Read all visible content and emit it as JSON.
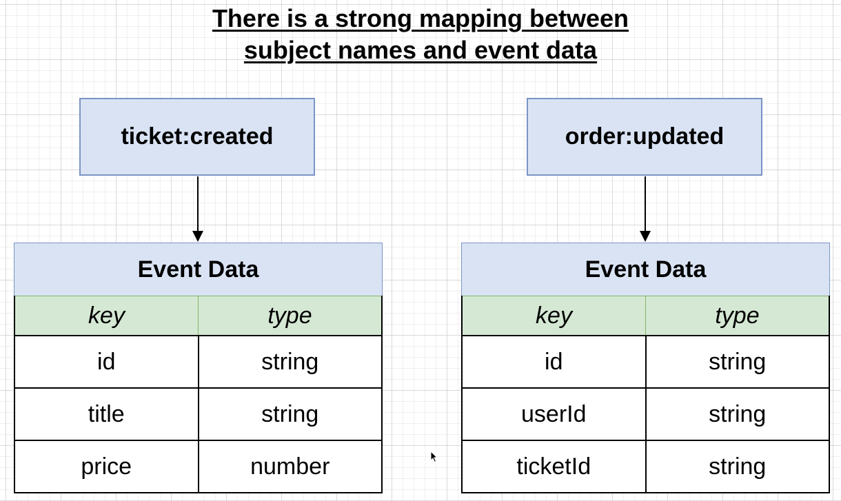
{
  "title": {
    "line1": "There is a strong mapping between",
    "line2": "subject names and event data"
  },
  "subjects": [
    {
      "name": "ticket:created"
    },
    {
      "name": "order:updated"
    }
  ],
  "tables": [
    {
      "heading": "Event Data",
      "columns": [
        "key",
        "type"
      ],
      "rows": [
        [
          "id",
          "string"
        ],
        [
          "title",
          "string"
        ],
        [
          "price",
          "number"
        ]
      ]
    },
    {
      "heading": "Event Data",
      "columns": [
        "key",
        "type"
      ],
      "rows": [
        [
          "id",
          "string"
        ],
        [
          "userId",
          "string"
        ],
        [
          "ticketId",
          "string"
        ]
      ]
    }
  ],
  "colors": {
    "subject_fill": "#d9e3f4",
    "subject_border": "#7b93c4",
    "column_header_fill": "#d5e8d4",
    "column_header_border": "#82b366"
  }
}
